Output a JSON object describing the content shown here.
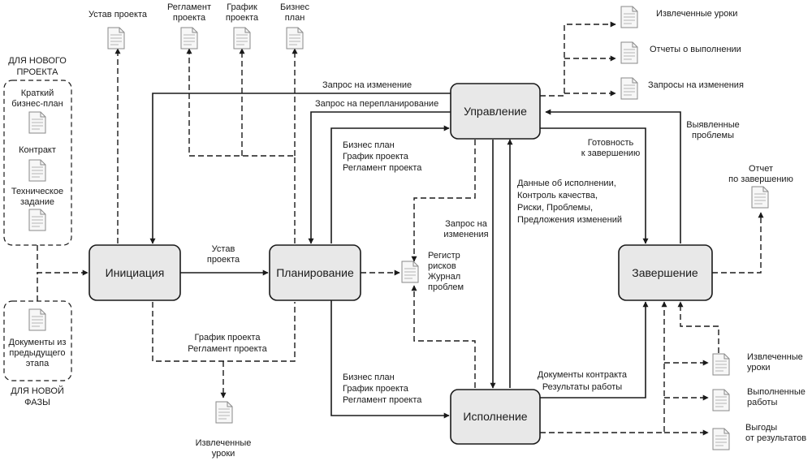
{
  "processes": {
    "initiation": "Инициация",
    "planning": "Планирование",
    "management": "Управление",
    "execution": "Исполнение",
    "closing": "Завершение"
  },
  "groups": {
    "new_project": [
      "ДЛЯ НОВОГО",
      "ПРОЕКТА"
    ],
    "new_phase": [
      "ДЛЯ НОВОЙ",
      "ФАЗЫ"
    ]
  },
  "input_docs": {
    "brief_plan": [
      "Краткий",
      "бизнес-план"
    ],
    "contract": [
      "Контракт"
    ],
    "spec": [
      "Техническое",
      "задание"
    ],
    "prev_docs": [
      "Документы из",
      "предыдущего",
      "этапа"
    ]
  },
  "top_docs": {
    "charter": [
      "Устав проекта"
    ],
    "regulations": [
      "Регламент",
      "проекта"
    ],
    "schedule": [
      "График",
      "проекта"
    ],
    "business_plan": [
      "Бизнес",
      "план"
    ]
  },
  "right_top_docs": {
    "lessons": [
      "Извлеченные уроки"
    ],
    "reports": [
      "Отчеты о выполнении"
    ],
    "change_requests": [
      "Запросы на изменения"
    ]
  },
  "right_bottom_docs": {
    "lessons": [
      "Извлеченные",
      "уроки"
    ],
    "works": [
      "Выполненные",
      "работы"
    ],
    "benefits": [
      "Выгоды",
      "от результатов"
    ]
  },
  "closing_report": [
    "Отчет",
    "по завершению"
  ],
  "register": [
    "Регистр",
    "рисков",
    "Журнал",
    "проблем"
  ],
  "bottom_lessons": [
    "Извлеченные",
    "уроки"
  ],
  "flows": {
    "change_request": [
      "Запрос на изменение"
    ],
    "replan_request": [
      "Запрос на перепланирование"
    ],
    "charter_flow": [
      "Устав",
      "проекта"
    ],
    "plan_to_mgmt": [
      "Бизнес план",
      "График проекта",
      "Регламент проекта"
    ],
    "plan_to_exec": [
      "Бизнес план",
      "График проекта",
      "Регламент проекта"
    ],
    "init_to_lessons": [
      "График проекта",
      "Регламент проекта"
    ],
    "changes_request": [
      "Запрос на",
      "изменения"
    ],
    "exec_data": [
      "Данные об исполнении,",
      "Контроль качества,",
      "Риски, Проблемы,",
      "Предложения изменений"
    ],
    "ready_close": [
      "Готовность",
      "к завершению"
    ],
    "issues": [
      "Выявленные",
      "проблемы"
    ],
    "contract_docs": [
      "Документы контракта",
      "Результаты работы"
    ]
  }
}
